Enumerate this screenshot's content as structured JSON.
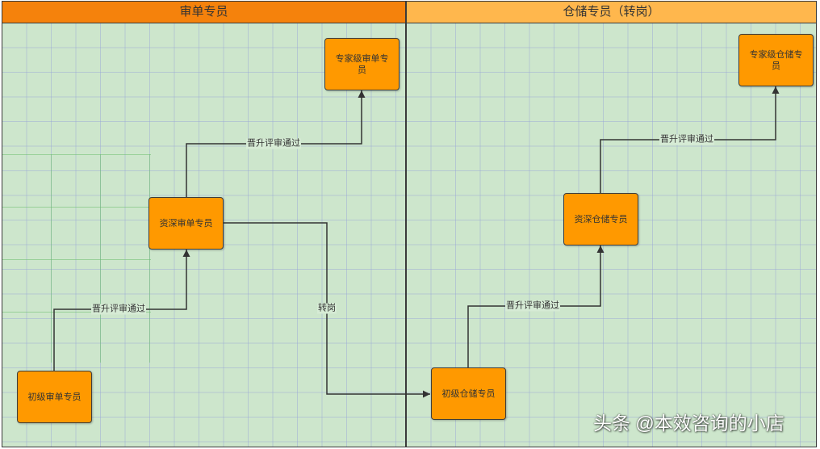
{
  "lanes": [
    {
      "title": "审单专员",
      "color": "#f5820c"
    },
    {
      "title": "仓储专员（转岗）",
      "color": "#ffb74d"
    }
  ],
  "nodes": {
    "audit_expert": "专家级审单专员",
    "audit_senior": "资深审单专员",
    "audit_junior": "初级审单专员",
    "storage_expert": "专家级仓储专员",
    "storage_senior": "资深仓储专员",
    "storage_junior": "初级仓储专员"
  },
  "edges": [
    {
      "label": "晋升评审通过"
    },
    {
      "label": "晋升评审通过"
    },
    {
      "label": "转岗"
    },
    {
      "label": "晋升评审通过"
    },
    {
      "label": "晋升评审通过"
    }
  ],
  "watermark": "头条 @本效咨询的小店",
  "colors": {
    "node_fill": "#ff9900",
    "canvas_background": "#cde6cc",
    "edge_stroke": "#333333"
  }
}
